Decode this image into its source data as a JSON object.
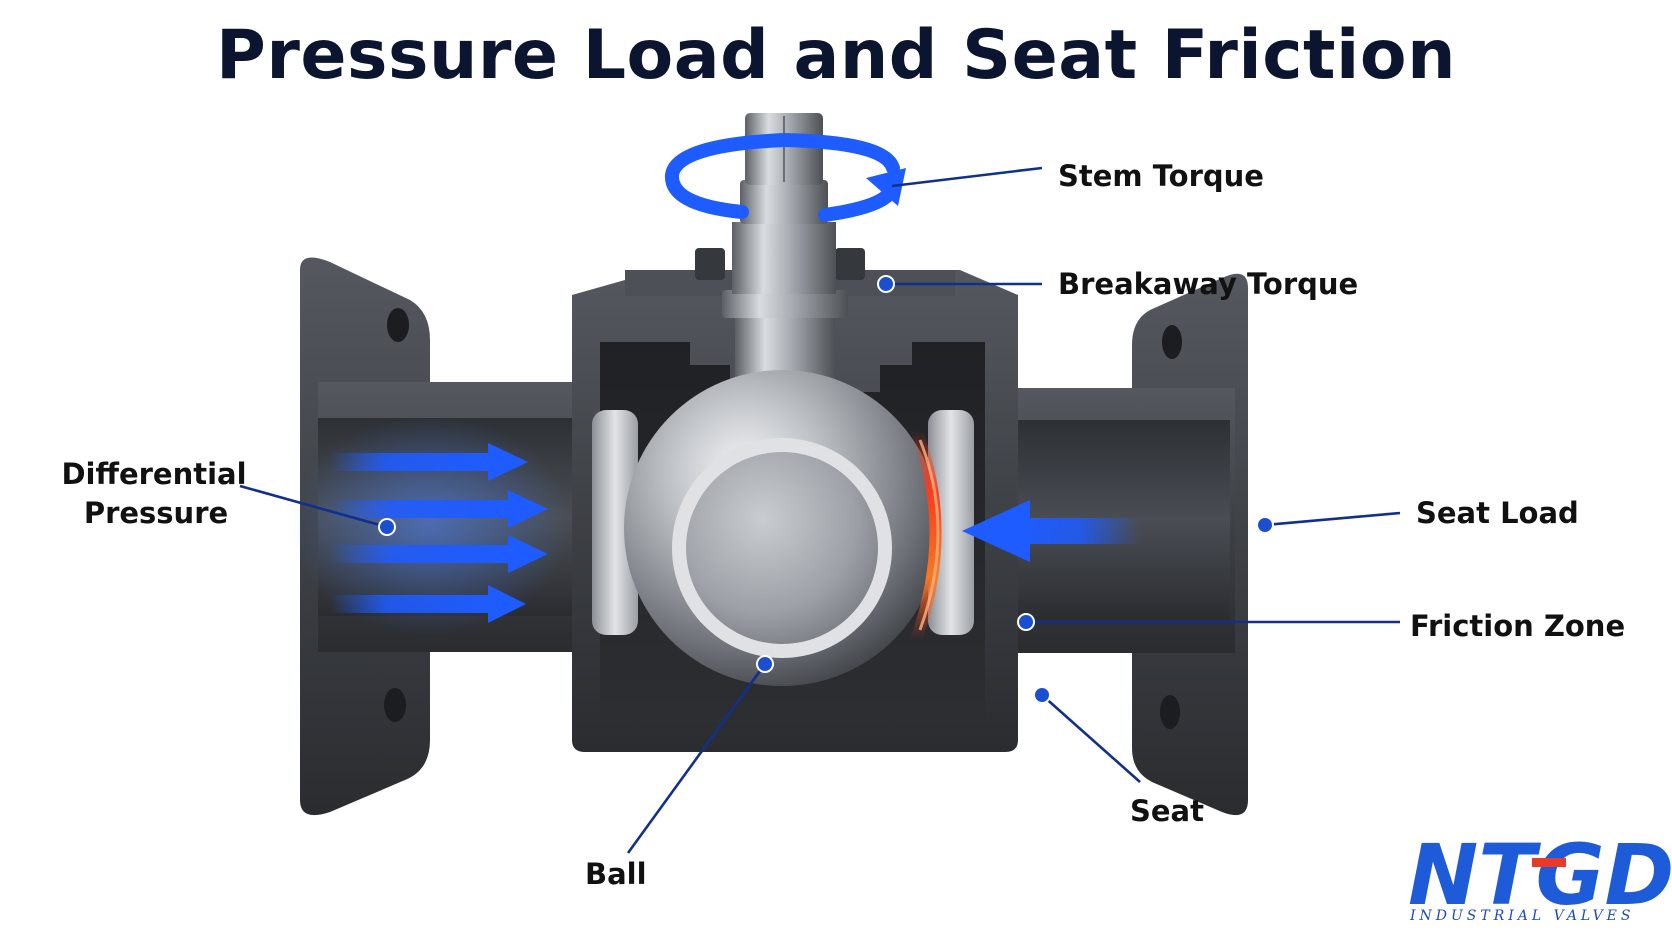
{
  "diagram": {
    "title": "Pressure Load and Seat Friction",
    "labels": {
      "stem_torque": "Stem Torque",
      "breakaway_torque": "Breakaway Torque",
      "differential_pressure_line1": "Differential",
      "differential_pressure_line2": "Pressure",
      "seat_load": "Seat Load",
      "friction_zone": "Friction Zone",
      "seat": "Seat",
      "ball": "Ball"
    }
  },
  "logo": {
    "name": "NTGD",
    "tagline": "INDUSTRIAL VALVES",
    "icon": "ntgd-logo-icon"
  },
  "colors": {
    "flow_blue": "#1f5cff",
    "leader_blue": "#11308c",
    "friction_red": "#ff3a1a",
    "body_dark": "#3c3f44",
    "title_navy": "#0c1530"
  }
}
